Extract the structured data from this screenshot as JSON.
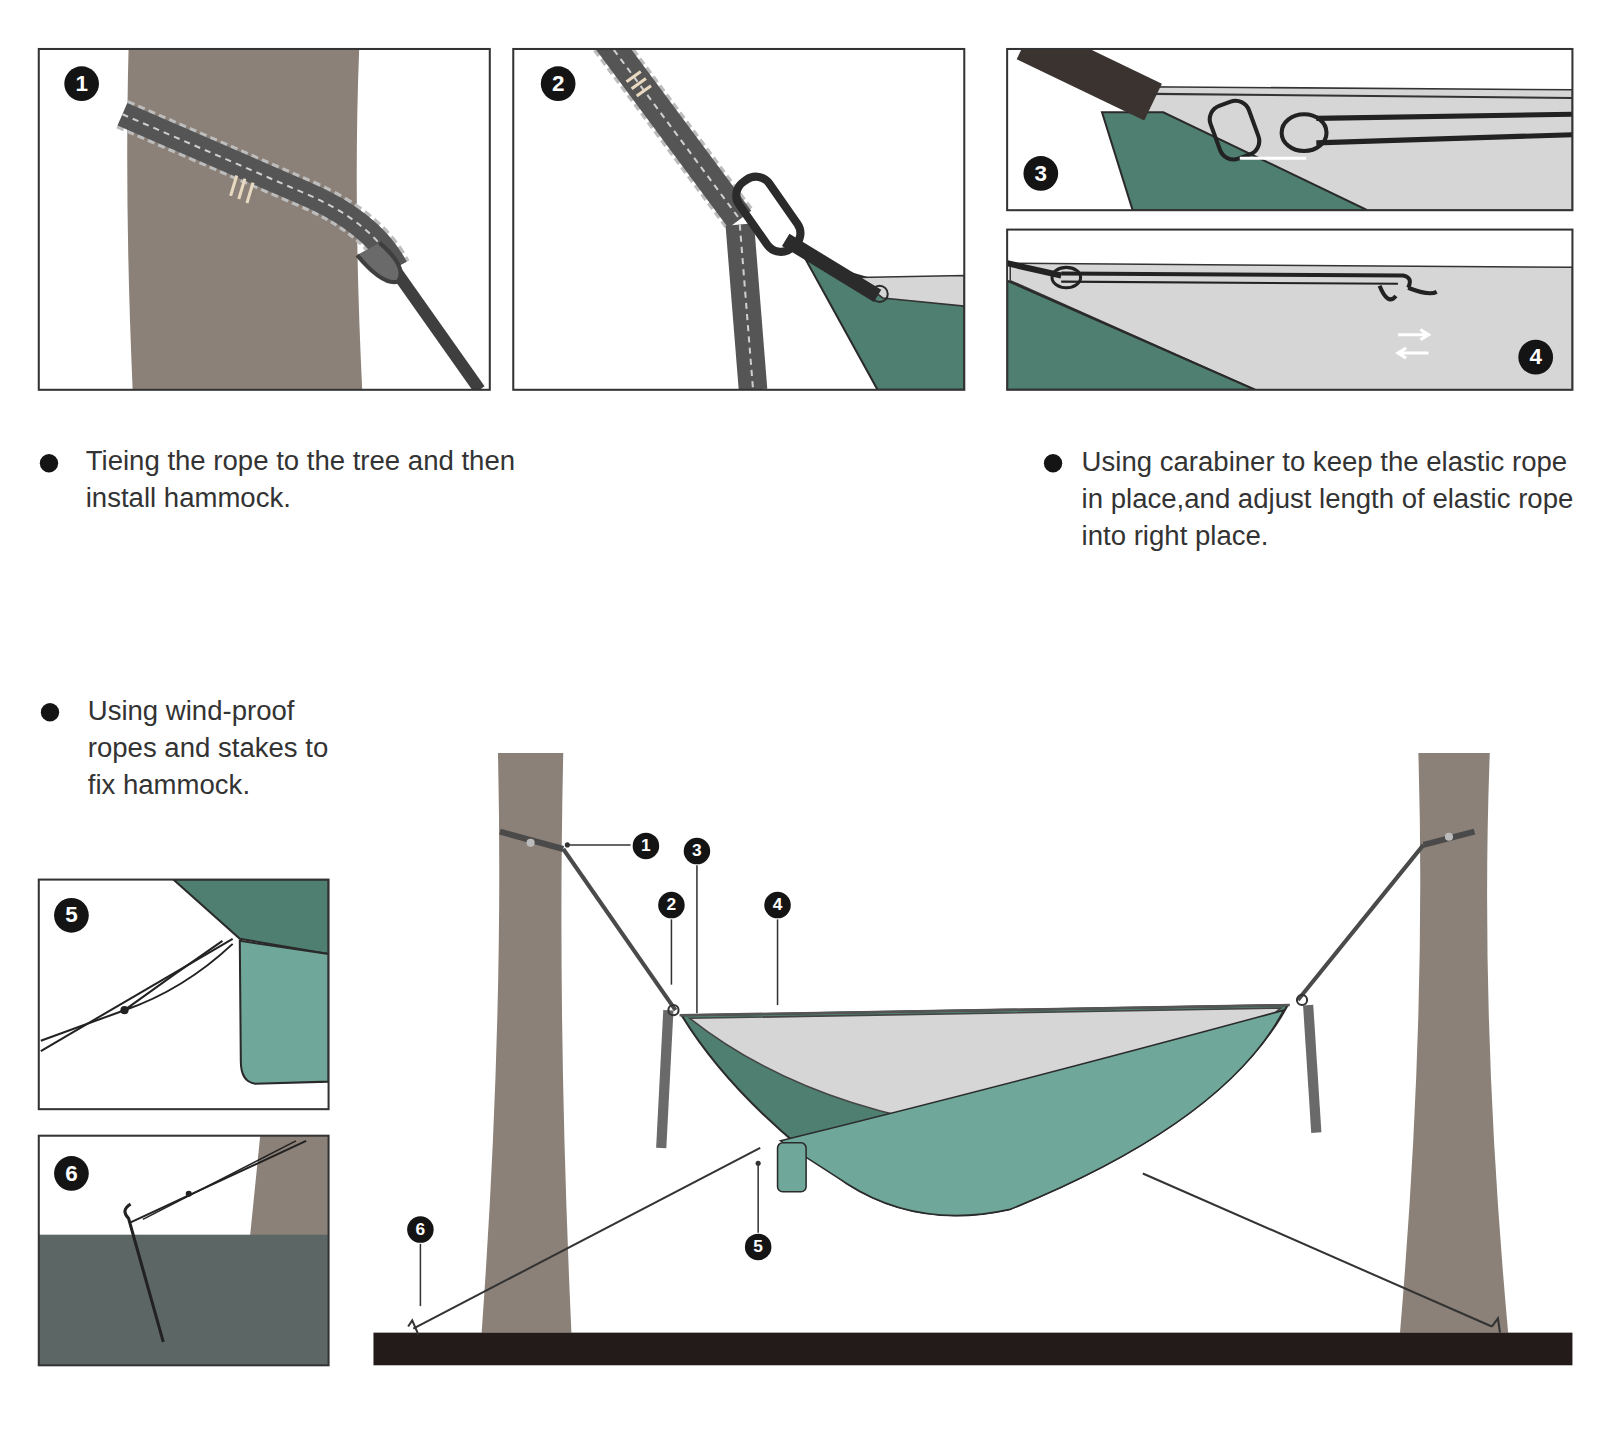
{
  "diagram": {
    "labels": [
      "1",
      "2",
      "3",
      "4",
      "Tieing the rope to the tree and then install hammock.",
      "Using carabiner to keep the elastic rope in place,and adjust length of elastic rope into right place.",
      "Using wind-proof ropes and stakes to fix hammock.",
      "5",
      "6",
      "1",
      "3",
      "2",
      "4",
      "6",
      "5"
    ]
  }
}
